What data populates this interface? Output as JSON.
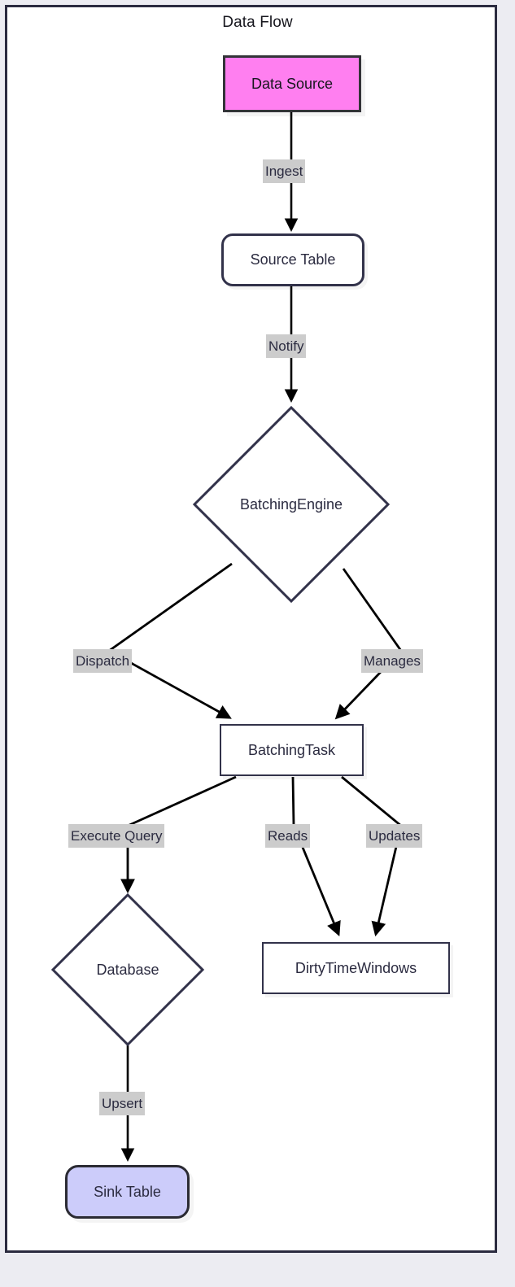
{
  "diagram": {
    "title": "Data Flow",
    "type": "flowchart",
    "colors": {
      "frame_border": "#2b2b40",
      "node_border": "#32324a",
      "source_fill": "#ff7ff0",
      "sink_fill": "#ccccfa",
      "default_fill": "#ffffff",
      "edge_label_bg": "#cccccc",
      "text": "#2b2b40",
      "page_bg": "#ececf2"
    },
    "nodes": [
      {
        "id": "data-source",
        "label": "Data Source",
        "shape": "rectangle"
      },
      {
        "id": "source-table",
        "label": "Source Table",
        "shape": "rounded-rectangle"
      },
      {
        "id": "batching-engine",
        "label": "BatchingEngine",
        "shape": "diamond"
      },
      {
        "id": "batching-task",
        "label": "BatchingTask",
        "shape": "rectangle"
      },
      {
        "id": "database",
        "label": "Database",
        "shape": "diamond"
      },
      {
        "id": "dirty-time-windows",
        "label": "DirtyTimeWindows",
        "shape": "rectangle"
      },
      {
        "id": "sink-table",
        "label": "Sink Table",
        "shape": "rounded-rectangle"
      }
    ],
    "edges": [
      {
        "from": "data-source",
        "to": "source-table",
        "label": "Ingest"
      },
      {
        "from": "source-table",
        "to": "batching-engine",
        "label": "Notify"
      },
      {
        "from": "batching-engine",
        "to": "batching-task",
        "label": "Dispatch"
      },
      {
        "from": "batching-engine",
        "to": "batching-task",
        "label": "Manages"
      },
      {
        "from": "batching-task",
        "to": "database",
        "label": "Execute Query"
      },
      {
        "from": "batching-task",
        "to": "dirty-time-windows",
        "label": "Reads"
      },
      {
        "from": "batching-task",
        "to": "dirty-time-windows",
        "label": "Updates"
      },
      {
        "from": "database",
        "to": "sink-table",
        "label": "Upsert"
      }
    ]
  }
}
